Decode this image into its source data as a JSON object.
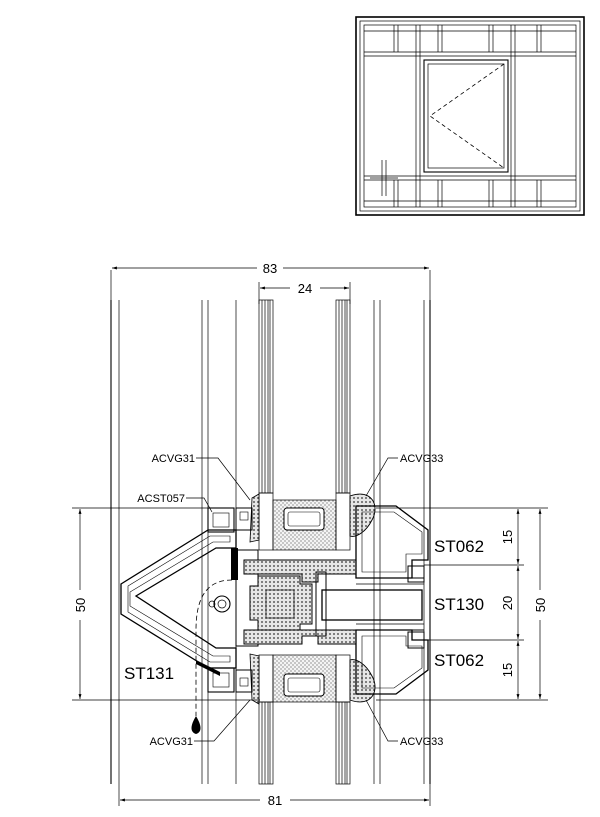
{
  "dimensions": {
    "total_width_top": "83",
    "glass_width": "24",
    "total_width_bottom": "81",
    "height_left": "50",
    "right_dims": [
      "15",
      "20",
      "15"
    ],
    "height_right": "50"
  },
  "callouts": {
    "acvg31_top": "ACVG31",
    "acvg33_top": "ACVG33",
    "acst057": "ACST057",
    "st062_top": "ST062",
    "st130": "ST130",
    "st062_bottom": "ST062",
    "st131": "ST131",
    "acvg31_bottom": "ACVG31",
    "acvg33_bottom": "ACVG33"
  },
  "colors": {
    "line": "#000000",
    "background": "#ffffff",
    "gasket_fill": "#d8d8d8",
    "thermal_break_fill": "#cfcfcf"
  }
}
